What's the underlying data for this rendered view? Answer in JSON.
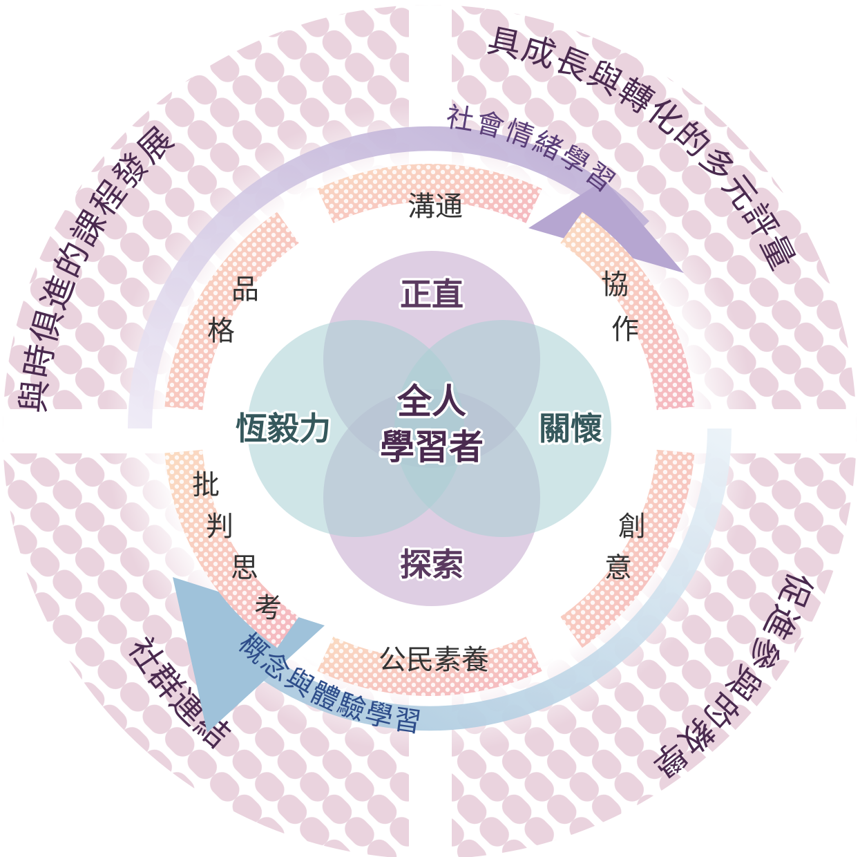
{
  "quadrants": {
    "top_left": "與時俱進的課程發展",
    "top_right": "具成長與轉化的多元評量",
    "bottom_right": "促進參與的教學",
    "bottom_left": "社群連結"
  },
  "arrows": {
    "top": "社會情緒學習",
    "bottom": "概念與體驗學習"
  },
  "competencies": {
    "top": "溝通",
    "top_right": "協作",
    "bottom_right": "創意",
    "bottom": "公民素養",
    "bottom_left": "批判思考",
    "top_left": "品格"
  },
  "values": {
    "top": "正直",
    "right": "關懷",
    "bottom": "探索",
    "left": "恆毅力"
  },
  "center": {
    "line1": "全人",
    "line2": "學習者"
  },
  "colors": {
    "stripes": "#ead3de",
    "quadrant_text": "#4a2a4f",
    "arrow_top": "#b6a6d1",
    "arrow_bottom": "#9fc2da",
    "arrow_text_top": "#5a3e78",
    "arrow_text_bottom": "#2e4d8a",
    "value_circle_purple": "#c8aed0",
    "value_circle_teal": "#a8cfd3",
    "segment_gradient_start": "#fbdcc1",
    "segment_gradient_end": "#f4b6c0"
  }
}
